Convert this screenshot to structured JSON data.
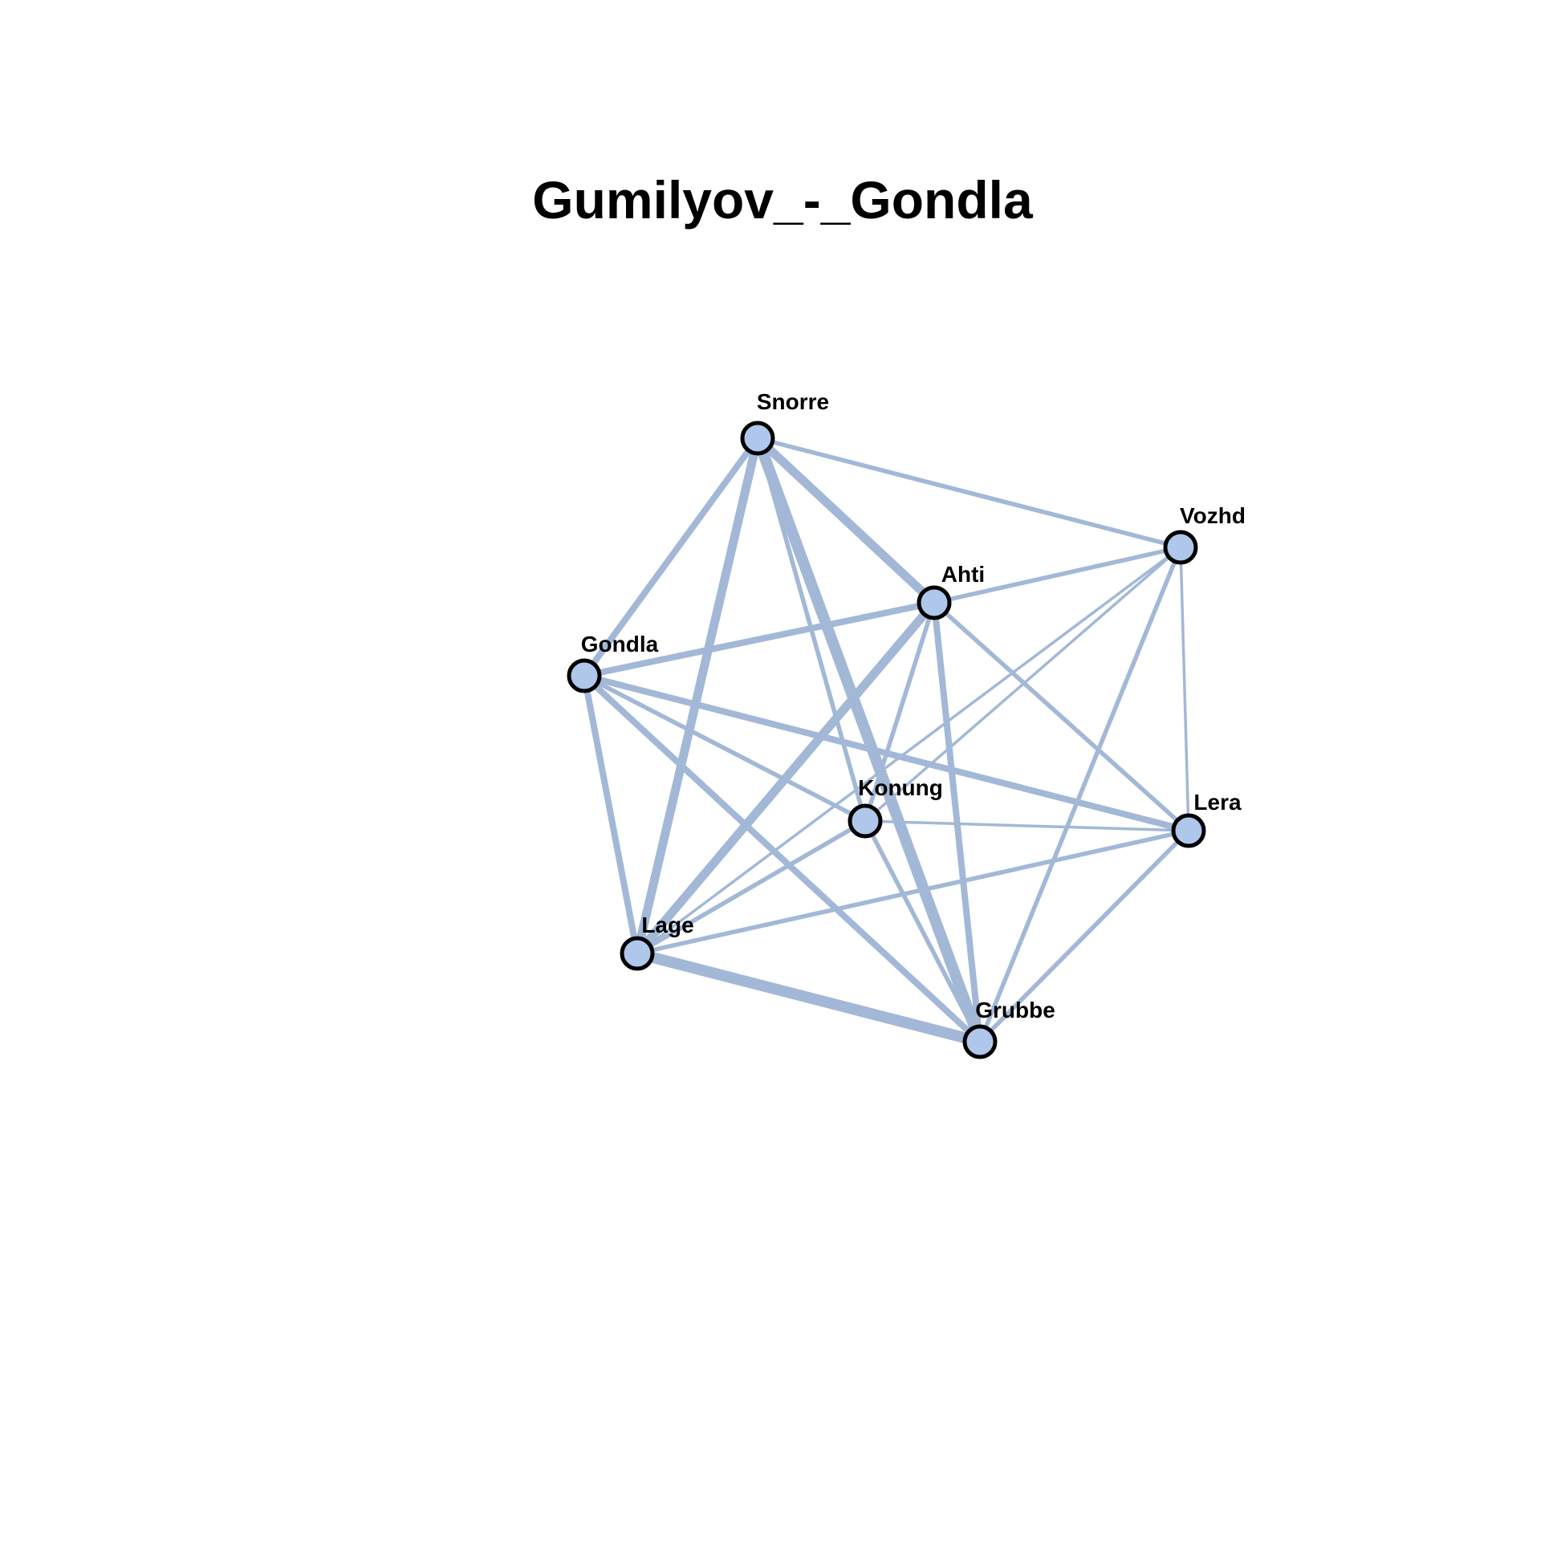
{
  "title": "Gumilyov_-_Gondla",
  "colors": {
    "edge": "#a2b8d6",
    "node_fill": "#aec7ea",
    "node_stroke": "#000000",
    "label": "#000000"
  },
  "nodes": [
    {
      "id": "snorre",
      "label": "Snorre"
    },
    {
      "id": "vozhd",
      "label": "Vozhd"
    },
    {
      "id": "ahti",
      "label": "Ahti"
    },
    {
      "id": "gondla",
      "label": "Gondla"
    },
    {
      "id": "konung",
      "label": "Konung"
    },
    {
      "id": "lera",
      "label": "Lera"
    },
    {
      "id": "lage",
      "label": "Lage"
    },
    {
      "id": "grubbe",
      "label": "Grubbe"
    }
  ],
  "edges": [
    {
      "source": "snorre",
      "target": "grubbe",
      "weight": 5
    },
    {
      "source": "snorre",
      "target": "lage",
      "weight": 4
    },
    {
      "source": "snorre",
      "target": "ahti",
      "weight": 4
    },
    {
      "source": "snorre",
      "target": "gondla",
      "weight": 3
    },
    {
      "source": "snorre",
      "target": "konung",
      "weight": 2
    },
    {
      "source": "snorre",
      "target": "vozhd",
      "weight": 2
    },
    {
      "source": "lage",
      "target": "grubbe",
      "weight": 5
    },
    {
      "source": "lage",
      "target": "ahti",
      "weight": 4
    },
    {
      "source": "ahti",
      "target": "grubbe",
      "weight": 3
    },
    {
      "source": "gondla",
      "target": "lera",
      "weight": 3
    },
    {
      "source": "gondla",
      "target": "ahti",
      "weight": 3
    },
    {
      "source": "gondla",
      "target": "lage",
      "weight": 3
    },
    {
      "source": "gondla",
      "target": "grubbe",
      "weight": 3
    },
    {
      "source": "gondla",
      "target": "konung",
      "weight": 2
    },
    {
      "source": "ahti",
      "target": "vozhd",
      "weight": 2
    },
    {
      "source": "ahti",
      "target": "lera",
      "weight": 2
    },
    {
      "source": "ahti",
      "target": "konung",
      "weight": 2
    },
    {
      "source": "vozhd",
      "target": "grubbe",
      "weight": 2
    },
    {
      "source": "vozhd",
      "target": "lage",
      "weight": 1
    },
    {
      "source": "vozhd",
      "target": "konung",
      "weight": 1
    },
    {
      "source": "vozhd",
      "target": "lera",
      "weight": 1
    },
    {
      "source": "lera",
      "target": "grubbe",
      "weight": 2
    },
    {
      "source": "lera",
      "target": "lage",
      "weight": 2
    },
    {
      "source": "lera",
      "target": "konung",
      "weight": 1
    },
    {
      "source": "konung",
      "target": "grubbe",
      "weight": 2
    },
    {
      "source": "konung",
      "target": "lage",
      "weight": 2
    }
  ]
}
